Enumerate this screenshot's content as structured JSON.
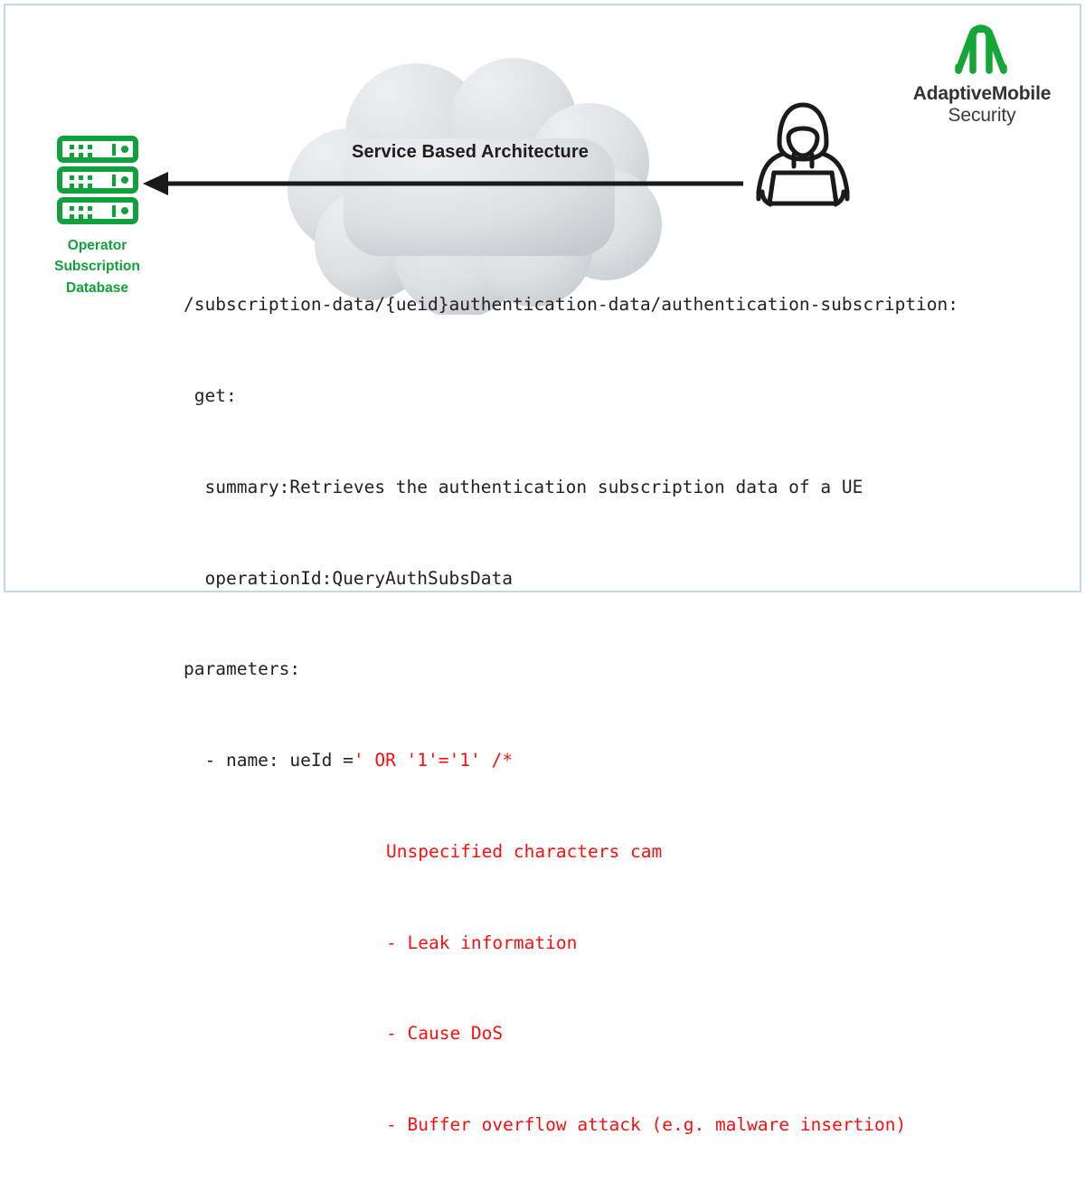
{
  "frame": {
    "border_color": "#c5d9de",
    "background": "#ffffff"
  },
  "colors": {
    "green": "#11a13c",
    "red": "#fa0f0f",
    "dark": "#231f20",
    "cloud_light": "#e9eaec",
    "cloud_dark": "#c9ccd1"
  },
  "cloud": {
    "title": "Service Based Architecture",
    "icon": "cloud-shape"
  },
  "arrow": {
    "icon": "left-arrow",
    "direction": "left",
    "from": "attacker",
    "to": "operator-subscription-database"
  },
  "database": {
    "icon": "server-stack-icon",
    "label": "Operator\nSubscription\nDatabase",
    "label_line1": "Operator",
    "label_line2": "Subscription",
    "label_line3": "Database"
  },
  "attacker": {
    "icon": "hooded-hacker-with-laptop-icon"
  },
  "logo": {
    "mark_icon": "adaptivemobile-logo-mark",
    "line1": "AdaptiveMobile",
    "line2": "Security"
  },
  "code": {
    "line1": "/subscription-data/{ueid}authentication-data/authentication-subscription:",
    "line2": " get:",
    "line3": "  summary:Retrieves the authentication subscription data of a UE",
    "line4": "  operationId:QueryAuthSubsData",
    "line5": "parameters:",
    "line6_black": "  - name: ueId =",
    "line6_red": "' OR '1'='1' /*"
  },
  "annotation": {
    "heading": "Unspecified characters cam",
    "bullets": [
      "- Leak information",
      "- Cause DoS",
      "- Buffer overflow attack (e.g. malware insertion)"
    ]
  }
}
